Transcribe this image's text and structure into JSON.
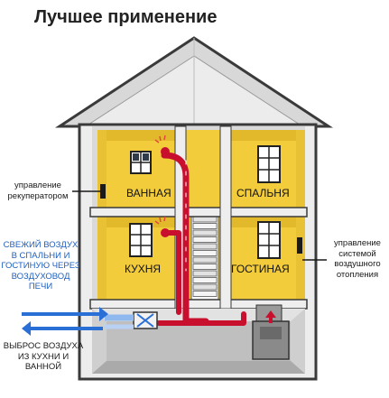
{
  "title": "Лучшее применение",
  "rooms": {
    "bathroom": "ВАННАЯ",
    "bedroom": "СПАЛЬНЯ",
    "kitchen": "КУХНЯ",
    "living_room": "ГОСТИНАЯ"
  },
  "callouts": {
    "recuperator_control": "управление\nрекуператором",
    "heating_control": "управление\nсистемой\nвоздушного\nотопления"
  },
  "flows": {
    "fresh_air": "СВЕЖИЙ ВОЗДУХ\nВ СПАЛЬНИ И\nГОСТИНУЮ ЧЕРЕЗ\nВОЗДУХОВОД\nПЕЧИ",
    "exhaust_air": "ВЫБРОС ВОЗДУХА\nИЗ КУХНИ И\nВАННОЙ"
  },
  "colors": {
    "wall": "#ededed",
    "wall_outline": "#3a3a3a",
    "room_yellow": "#f3cc3c",
    "duct_red": "#c8102e",
    "fresh_blue": "#2a6fd6",
    "roof": "#d8d8d8"
  }
}
